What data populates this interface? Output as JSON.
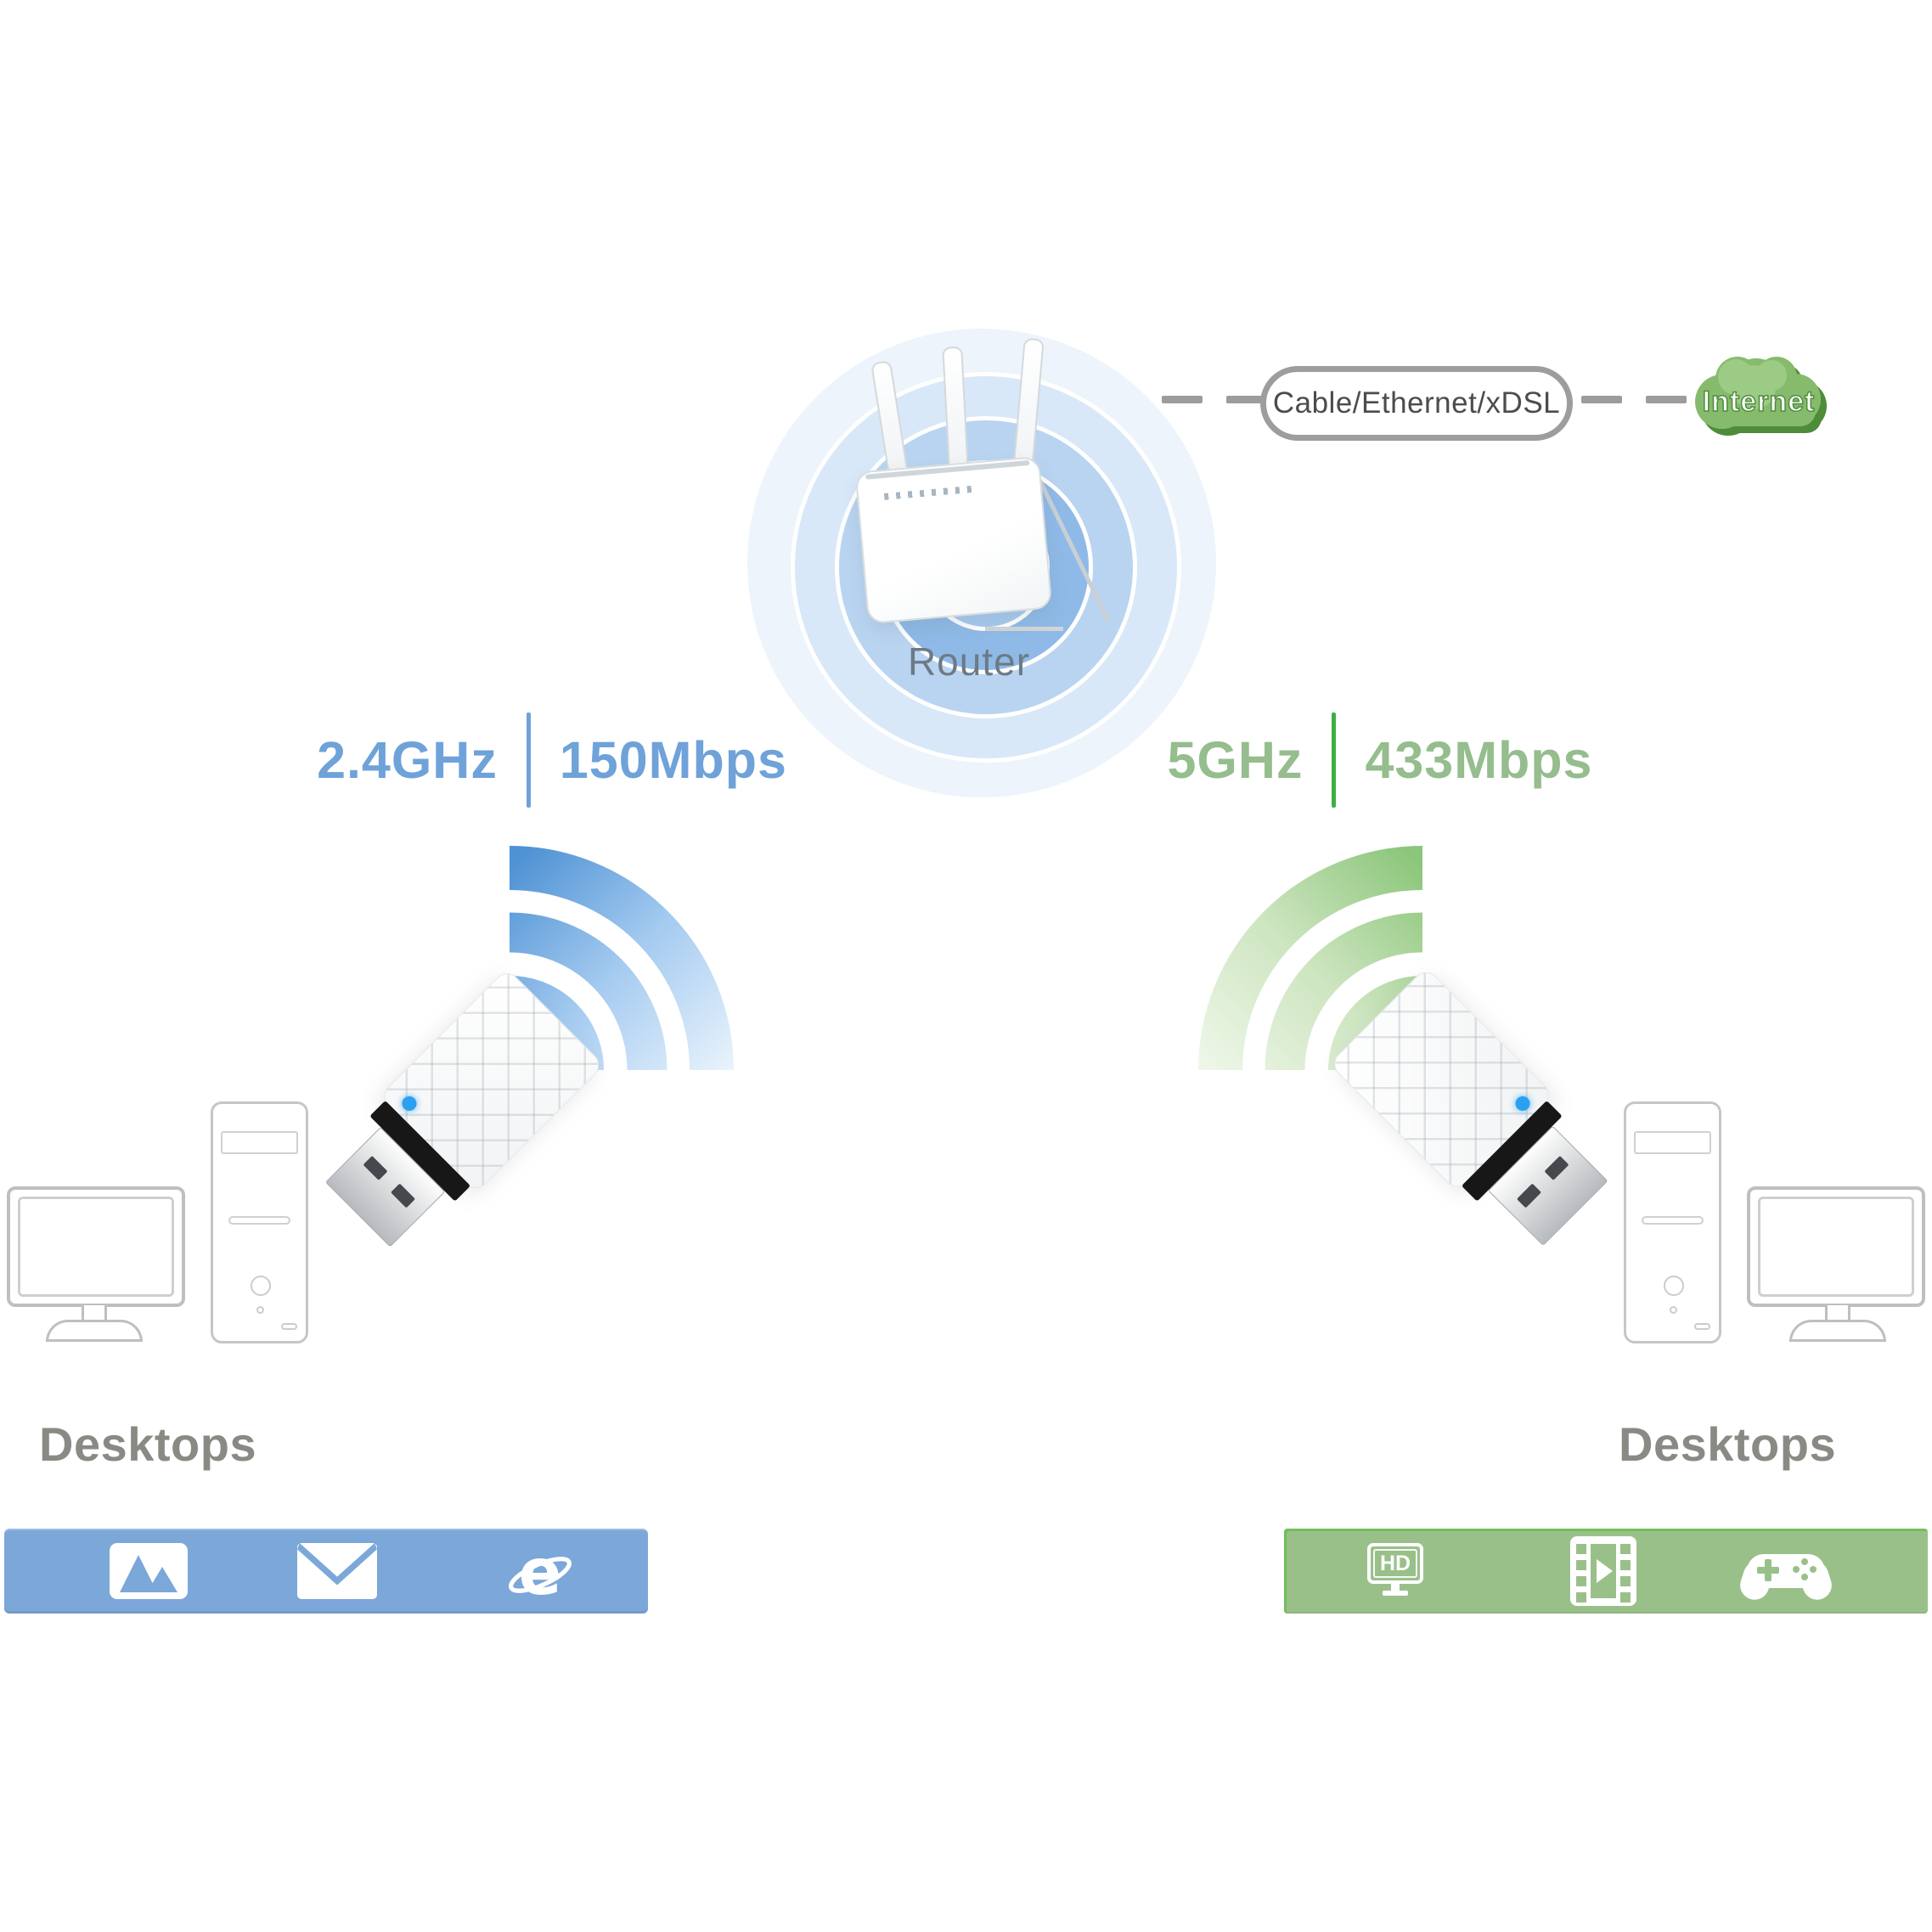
{
  "labels": {
    "router": "Router",
    "wan_pill": "Cable/Ethernet/xDSL",
    "internet": "Internet",
    "desktops_left": "Desktops",
    "desktops_right": "Desktops"
  },
  "bands": {
    "band24": {
      "frequency": "2.4GHz",
      "speed": "150Mbps",
      "text_color": "#6fa2d9",
      "divider_color": "#6fa2d9"
    },
    "band5": {
      "frequency": "5GHz",
      "speed": "433Mbps",
      "text_color": "#95bd8e",
      "divider_color": "#3cb043"
    }
  },
  "app_bars": {
    "left": {
      "background": "#7ba7d9",
      "icons": [
        "photo-icon",
        "mail-icon",
        "internet-explorer-icon"
      ],
      "ie_letter": "e"
    },
    "right": {
      "background": "#9ac08a",
      "icons": [
        "hd-tv-icon",
        "video-play-icon",
        "gamepad-icon"
      ],
      "hd_badge": "HD"
    }
  },
  "adapter": {
    "led_color": "#2b9ff0"
  },
  "colors": {
    "halo_blues": [
      "#edf4fb",
      "#d8e8f8",
      "#b9d4f1",
      "#8fbae7",
      "#a6caee"
    ],
    "wave_blue": "#4e92d4",
    "wave_green": "#8cc67b",
    "wan_gray": "#9d9d9d",
    "cloud_green": "#86bb6d",
    "device_outline": "#c6c6c6",
    "desktops_text": "#8a8a85",
    "router_text": "#6d7a85"
  }
}
